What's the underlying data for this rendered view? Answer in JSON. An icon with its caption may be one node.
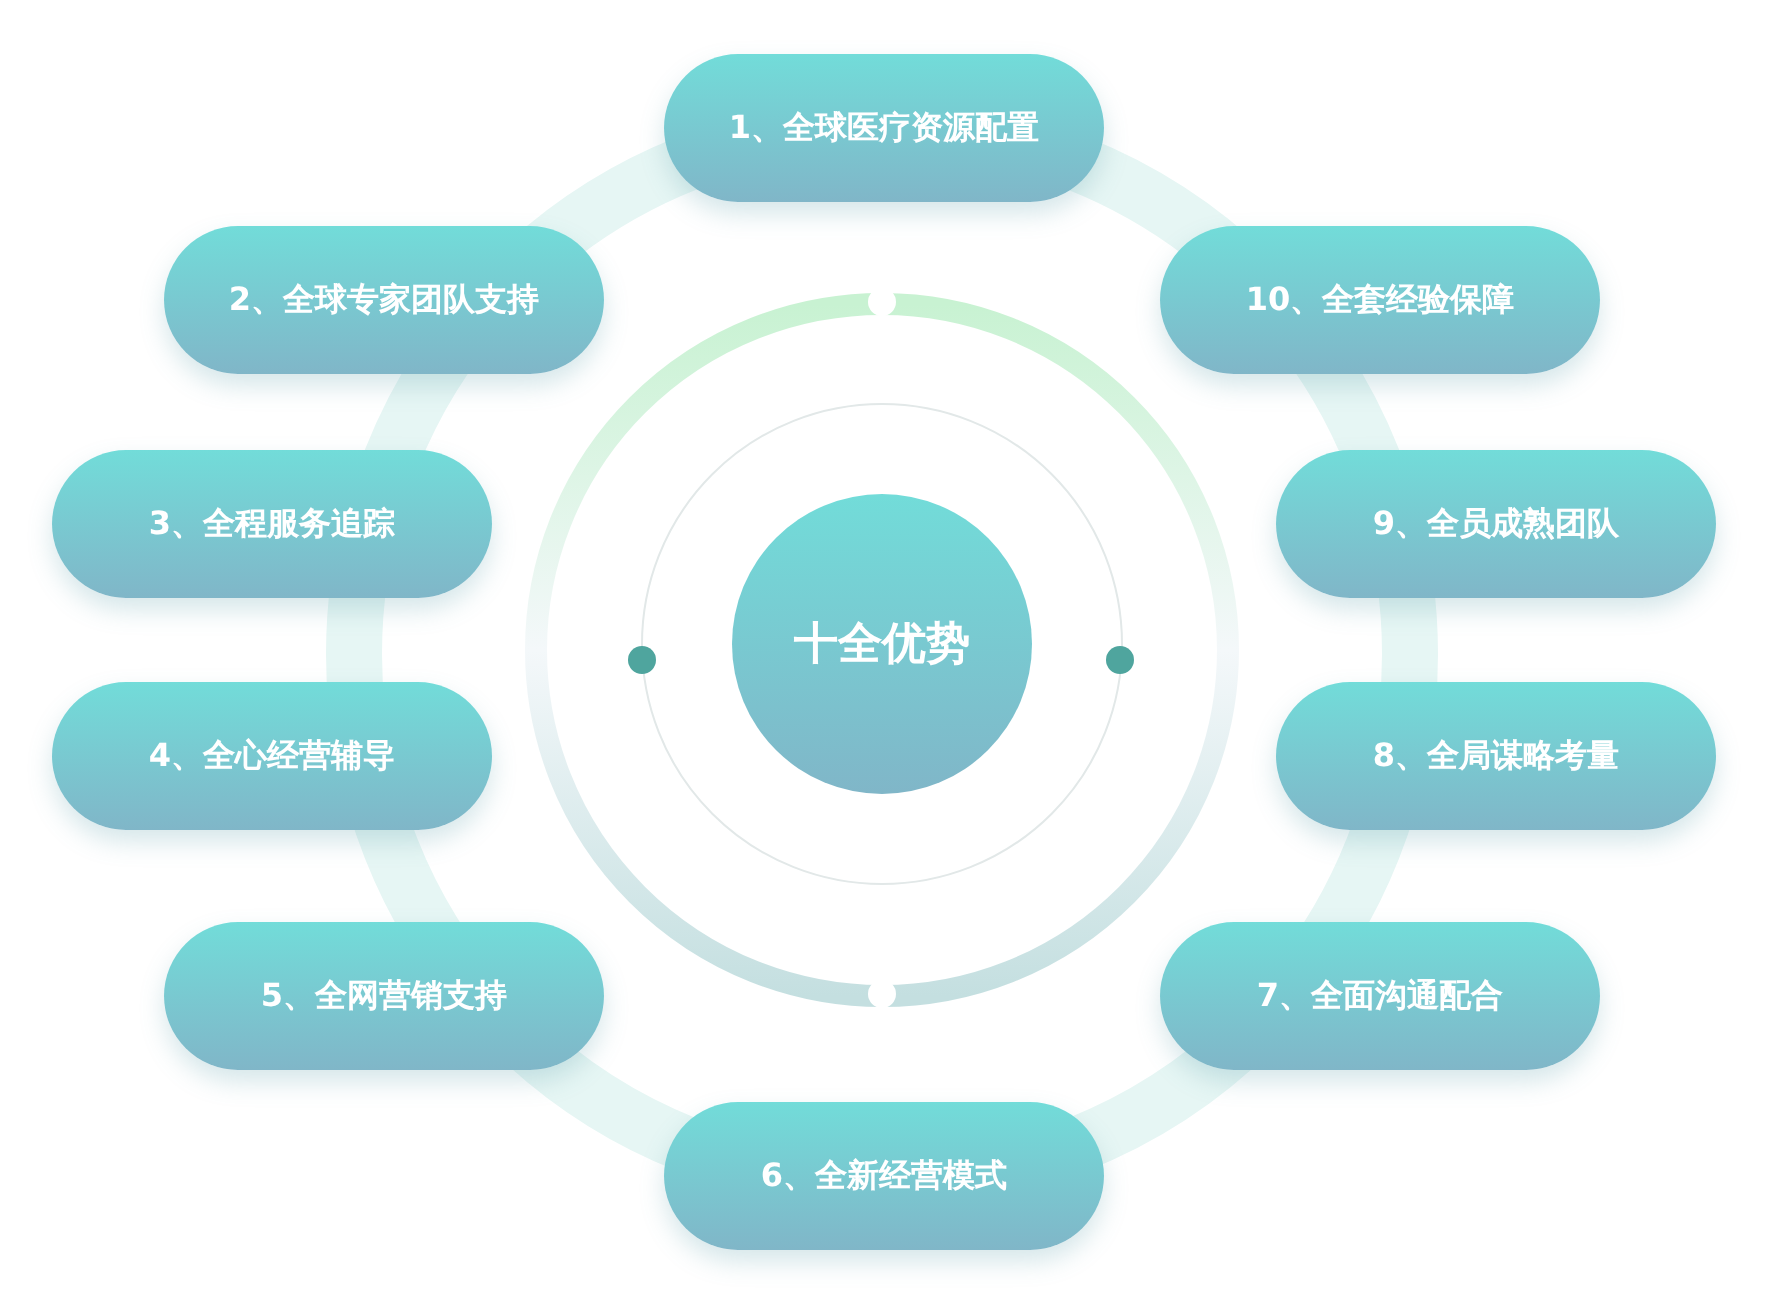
{
  "diagram": {
    "nodes": [
      {
        "text": [
          "1、全球医疗资源配置"
        ]
      },
      {
        "text": [
          "2、全球专家团队支持"
        ]
      },
      {
        "text": [
          "10、全套经验保障"
        ]
      },
      {
        "text": [
          "3、全程服务追踪"
        ]
      },
      {
        "text": [
          "9、全员成熟团队"
        ]
      },
      {
        "text": [
          "十全优势"
        ]
      },
      {
        "text": [
          "4、全心经营辅导"
        ]
      },
      {
        "text": [
          "8、全局谋略考量"
        ]
      },
      {
        "text": [
          "5、全网营销支持"
        ]
      },
      {
        "text": [
          "7、全面沟通配合"
        ]
      },
      {
        "text": [
          "6、全新经营模式"
        ]
      }
    ]
  }
}
